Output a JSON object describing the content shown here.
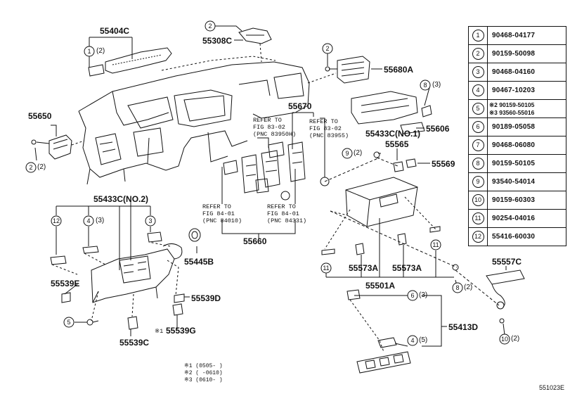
{
  "parts": {
    "p55404C": "55404C",
    "p55308C": "55308C",
    "p55680A": "55680A",
    "p55650": "55650",
    "p55670": "55670",
    "p55606": "55606",
    "p55433C1": "55433C(NO.1)",
    "p55565": "55565",
    "p55569": "55569",
    "p55433C2": "55433C(NO.2)",
    "p55445B": "55445B",
    "p55539E": "55539E",
    "p55539D": "55539D",
    "p55539G": "55539G",
    "p55539C": "55539C",
    "p55660": "55660",
    "p55573A_1": "55573A",
    "p55573A_2": "55573A",
    "p55501A": "55501A",
    "p55557C": "55557C",
    "p55413D": "55413D"
  },
  "refs": {
    "r1": {
      "l1": "REFER TO",
      "l2": "FIG 83-02",
      "l3": "(PNC 83950H)"
    },
    "r2": {
      "l1": "REFER TO",
      "l2": "FIG 83-02",
      "l3": "(PNC 83955)"
    },
    "r3": {
      "l1": "REFER TO",
      "l2": "FIG 84-01",
      "l3": "(PNC 84010)"
    },
    "r4": {
      "l1": "REFER TO",
      "l2": "FIG 84-01",
      "l3": "(PNC 84331)"
    }
  },
  "callouts": {
    "c1": {
      "num": "1",
      "qty": "(2)"
    },
    "c2a": {
      "num": "2",
      "qty": ""
    },
    "c2b": {
      "num": "2",
      "qty": ""
    },
    "c2c": {
      "num": "2",
      "qty": "(2)"
    },
    "c8a": {
      "num": "8",
      "qty": "(3)"
    },
    "c9": {
      "num": "9",
      "qty": "(2)"
    },
    "c12": {
      "num": "12",
      "qty": ""
    },
    "c4a": {
      "num": "4",
      "qty": "(3)"
    },
    "c3": {
      "num": "3",
      "qty": ""
    },
    "c5": {
      "num": "5",
      "qty": ""
    },
    "c11a": {
      "num": "11",
      "qty": ""
    },
    "c11b": {
      "num": "11",
      "qty": ""
    },
    "c8b": {
      "num": "8",
      "qty": "(2)"
    },
    "c6": {
      "num": "6",
      "qty": "(3)"
    },
    "c4b": {
      "num": "4",
      "qty": "(5)"
    },
    "c10": {
      "num": "10",
      "qty": "(2)"
    }
  },
  "mark1": "※1",
  "parts_table": [
    {
      "num": "1",
      "part": "90468-04177"
    },
    {
      "num": "2",
      "part": "90159-50098"
    },
    {
      "num": "3",
      "part": "90468-04160"
    },
    {
      "num": "4",
      "part": "90467-10203"
    },
    {
      "num": "5",
      "part": "※2 90159-50105",
      "part2": "※3 93560-55016"
    },
    {
      "num": "6",
      "part": "90189-05058"
    },
    {
      "num": "7",
      "part": "90468-06080"
    },
    {
      "num": "8",
      "part": "90159-50105"
    },
    {
      "num": "9",
      "part": "93540-54014"
    },
    {
      "num": "10",
      "part": "90159-60303"
    },
    {
      "num": "11",
      "part": "90254-04016"
    },
    {
      "num": "12",
      "part": "55416-60030"
    }
  ],
  "footnotes": {
    "f1": "※1 (0505-    )",
    "f2": "※2 (     -0610)",
    "f3": "※3 (0610-    )"
  },
  "drawing_code": "551023E"
}
